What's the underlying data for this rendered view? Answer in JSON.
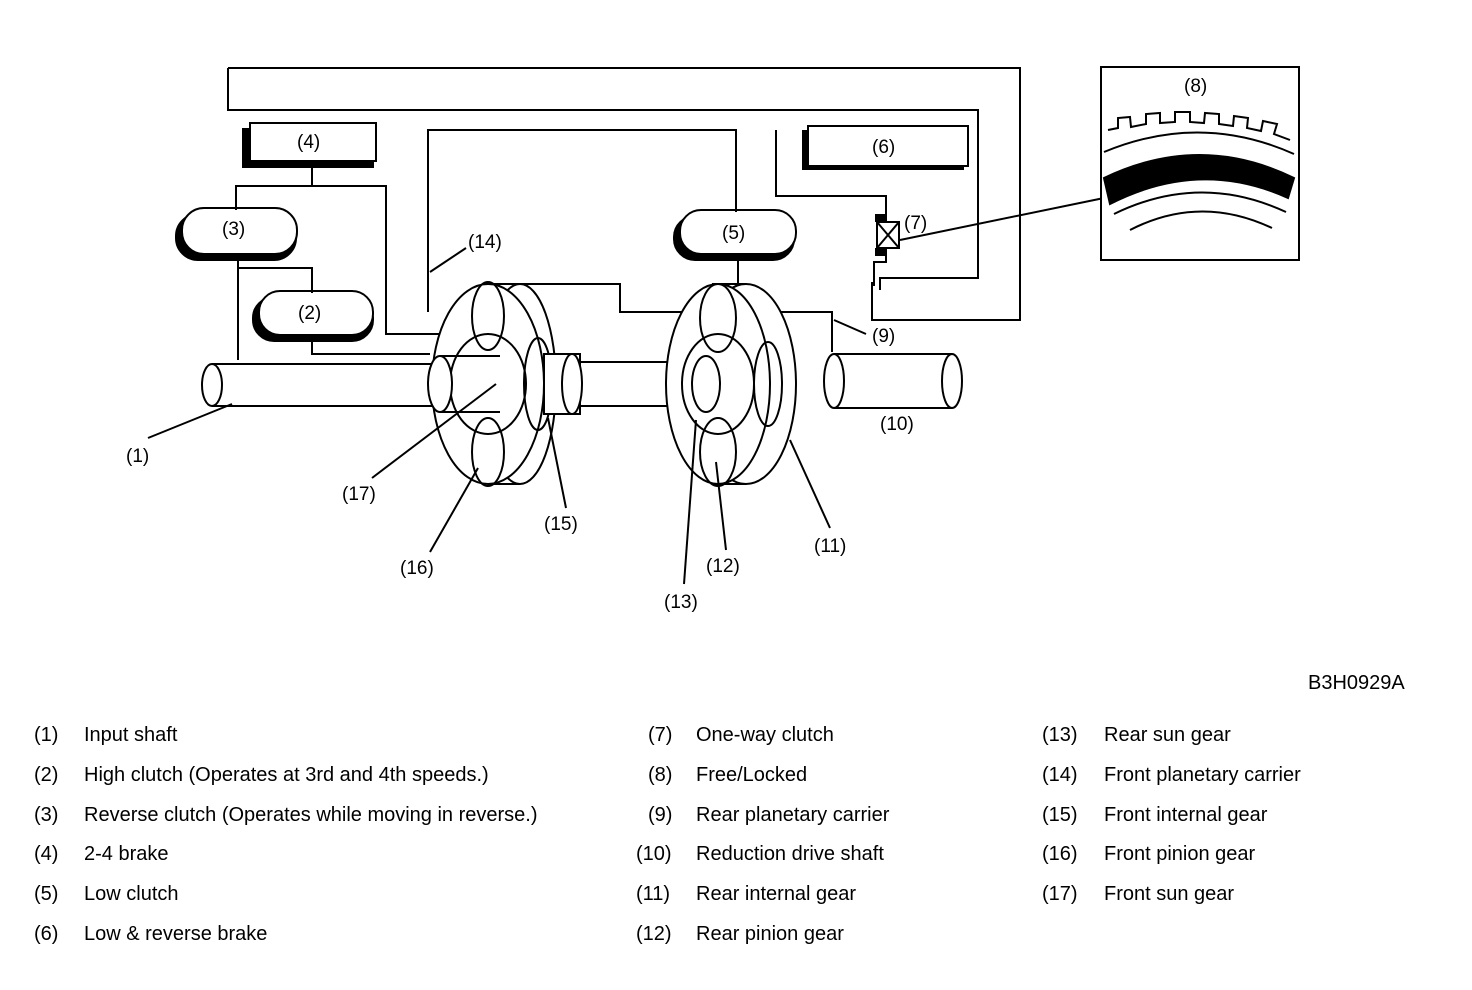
{
  "diagram": {
    "callouts": {
      "c1": "(1)",
      "c2": "(2)",
      "c3": "(3)",
      "c4": "(4)",
      "c5": "(5)",
      "c6": "(6)",
      "c7": "(7)",
      "c8": "(8)",
      "c9": "(9)",
      "c10": "(10)",
      "c11": "(11)",
      "c12": "(12)",
      "c13": "(13)",
      "c14": "(14)",
      "c15": "(15)",
      "c16": "(16)",
      "c17": "(17)"
    },
    "figure_code": "B3H0929A"
  },
  "legend": {
    "col1": [
      {
        "num": "(1)",
        "text": "Input shaft"
      },
      {
        "num": "(2)",
        "text": "High clutch (Operates at 3rd and 4th speeds.)"
      },
      {
        "num": "(3)",
        "text": "Reverse clutch (Operates while moving in reverse.)"
      },
      {
        "num": "(4)",
        "text": "2-4 brake"
      },
      {
        "num": "(5)",
        "text": "Low clutch"
      },
      {
        "num": "(6)",
        "text": "Low & reverse brake"
      }
    ],
    "col2": [
      {
        "num": "(7)",
        "text": "One-way clutch"
      },
      {
        "num": "(8)",
        "text": "Free/Locked"
      },
      {
        "num": "(9)",
        "text": "Rear planetary carrier"
      },
      {
        "num": "(10)",
        "text": "Reduction drive shaft"
      },
      {
        "num": "(11)",
        "text": "Rear internal gear"
      },
      {
        "num": "(12)",
        "text": "Rear pinion gear"
      }
    ],
    "col3": [
      {
        "num": "(13)",
        "text": "Rear sun gear"
      },
      {
        "num": "(14)",
        "text": "Front planetary carrier"
      },
      {
        "num": "(15)",
        "text": "Front internal gear"
      },
      {
        "num": "(16)",
        "text": "Front pinion gear"
      },
      {
        "num": "(17)",
        "text": "Front sun gear"
      }
    ]
  }
}
